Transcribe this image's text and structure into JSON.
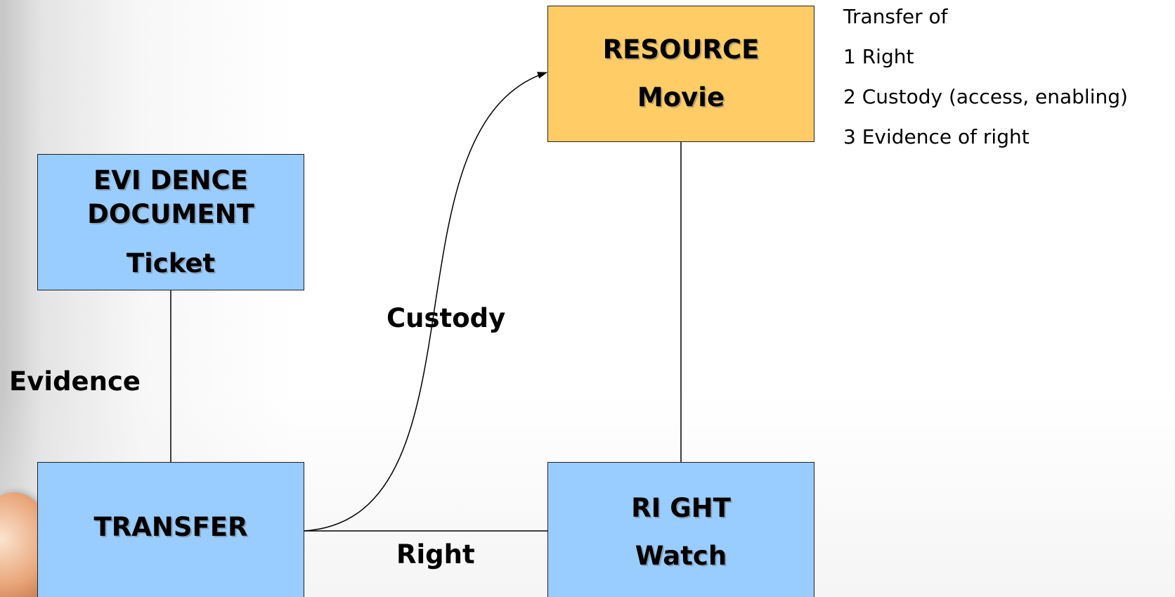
{
  "boxes": {
    "resource": {
      "title": "RESOURCE",
      "sub": "Movie"
    },
    "evidence": {
      "title_line1": "EVI DENCE",
      "title_line2": "DOCUMENT",
      "sub": "Ticket"
    },
    "transfer": {
      "title": "TRANSFER"
    },
    "right": {
      "title": "RI GHT",
      "sub": "Watch"
    }
  },
  "edges": {
    "evidence_label": "Evidence",
    "custody_label": "Custody",
    "right_label": "Right"
  },
  "legend": {
    "heading": "Transfer of",
    "items": [
      "1 Right",
      "2 Custody (access, enabling)",
      "3 Evidence of right"
    ]
  },
  "colors": {
    "box_blue": "#99ccff",
    "box_orange": "#ffcc66"
  }
}
